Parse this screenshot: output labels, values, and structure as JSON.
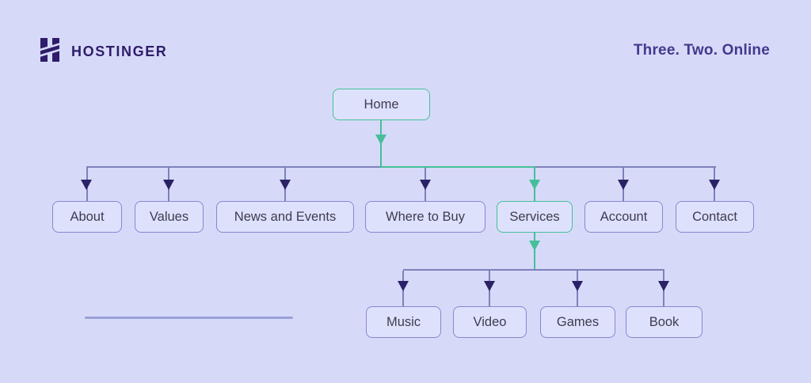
{
  "brand": {
    "name": "HOSTINGER",
    "tagline": "Three. Two. Online",
    "logo_icon": "hostinger-h-icon"
  },
  "colors": {
    "background": "#d6daf8",
    "box_fill": "#dee1fc",
    "box_border": "#8a85d0",
    "box_text": "#3e3c50",
    "accent_teal": "#46bf99",
    "line_purple": "#7e81bb",
    "arrowhead_purple": "#2a2166",
    "brand_purple": "#2f1c6a",
    "tagline_purple": "#43398f",
    "divider": "#9aa0d8"
  },
  "sitemap": {
    "root": {
      "label": "Home",
      "highlighted": true
    },
    "level1": [
      {
        "label": "About",
        "highlighted": false
      },
      {
        "label": "Values",
        "highlighted": false
      },
      {
        "label": "News and Events",
        "highlighted": false
      },
      {
        "label": "Where to Buy",
        "highlighted": false
      },
      {
        "label": "Services",
        "highlighted": true
      },
      {
        "label": "Account",
        "highlighted": false
      },
      {
        "label": "Contact",
        "highlighted": false
      }
    ],
    "level2_parent": "Services",
    "level2": [
      {
        "label": "Music",
        "highlighted": false
      },
      {
        "label": "Video",
        "highlighted": false
      },
      {
        "label": "Games",
        "highlighted": false
      },
      {
        "label": "Book",
        "highlighted": false
      }
    ]
  }
}
